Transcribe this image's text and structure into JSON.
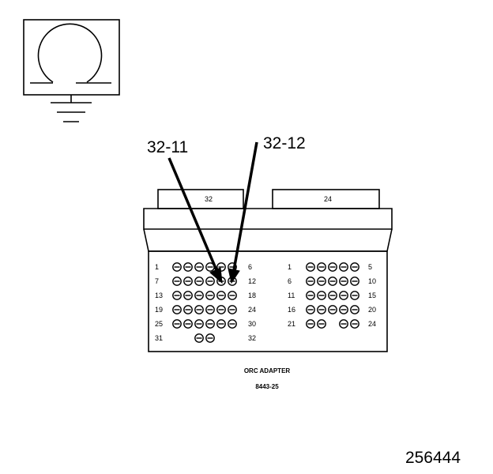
{
  "callouts": {
    "left": "32-11",
    "right": "32-12"
  },
  "adapter": {
    "title": "ORC ADAPTER",
    "part_number": "8443-25"
  },
  "figure_id": "256444",
  "connector_left": {
    "header_label": "32",
    "rows": [
      {
        "start": "1",
        "end": "6",
        "pins": 6,
        "gap_after": 0
      },
      {
        "start": "7",
        "end": "12",
        "pins": 6,
        "gap_after": 0
      },
      {
        "start": "13",
        "end": "18",
        "pins": 6,
        "gap_after": 0
      },
      {
        "start": "19",
        "end": "24",
        "pins": 6,
        "gap_after": 0
      },
      {
        "start": "25",
        "end": "30",
        "pins": 6,
        "gap_after": 0
      },
      {
        "start": "31",
        "end": "32",
        "pins": 2,
        "gap_after": 0
      }
    ]
  },
  "connector_right": {
    "header_label": "24",
    "rows": [
      {
        "start": "1",
        "end": "5",
        "pins": 5,
        "gap_after": 0
      },
      {
        "start": "6",
        "end": "10",
        "pins": 5,
        "gap_after": 0
      },
      {
        "start": "11",
        "end": "15",
        "pins": 5,
        "gap_after": 0
      },
      {
        "start": "16",
        "end": "20",
        "pins": 5,
        "gap_after": 0
      },
      {
        "start": "21",
        "end": "24",
        "pins": 4,
        "gap_after": 2
      }
    ]
  },
  "symbol": {
    "name": "ground-symbol"
  }
}
